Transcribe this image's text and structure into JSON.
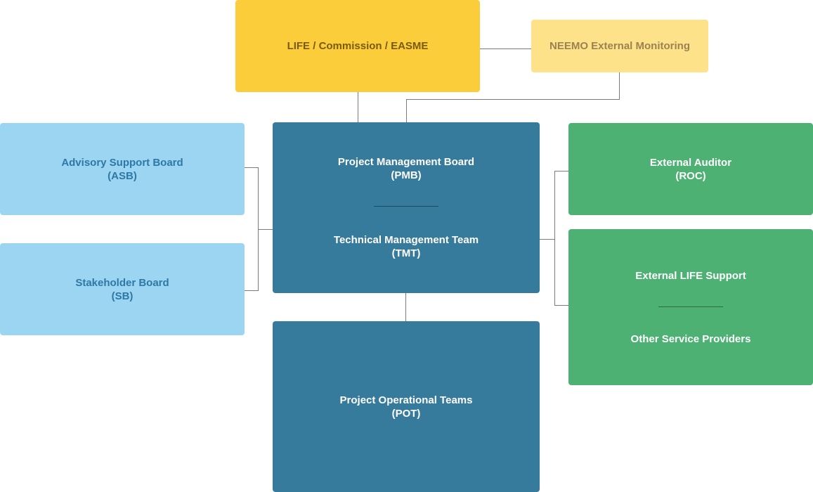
{
  "nodes": {
    "life": {
      "line1": "LIFE / Commission / EASME"
    },
    "neemo": {
      "line1": "NEEMO External Monitoring"
    },
    "asb": {
      "line1": "Advisory Support Board",
      "line2": "(ASB)"
    },
    "sb": {
      "line1": "Stakeholder Board",
      "line2": "(SB)"
    },
    "pmb_tmt": {
      "pmb_line1": "Project Management Board",
      "pmb_line2": "(PMB)",
      "tmt_line1": "Technical Management Team",
      "tmt_line2": "(TMT)"
    },
    "pot": {
      "line1": "Project Operational Teams",
      "line2": "(POT)"
    },
    "auditor": {
      "line1": "External Auditor",
      "line2": "(ROC)"
    },
    "support": {
      "line1": "External LIFE Support",
      "line2": "Other Service Providers"
    }
  },
  "colors": {
    "life": "#fbcd3a",
    "neemo": "#fde28a",
    "boards": "#9cd5f1",
    "management": "#367b9b",
    "external": "#4cb173",
    "connector": "#7a7a7a"
  }
}
